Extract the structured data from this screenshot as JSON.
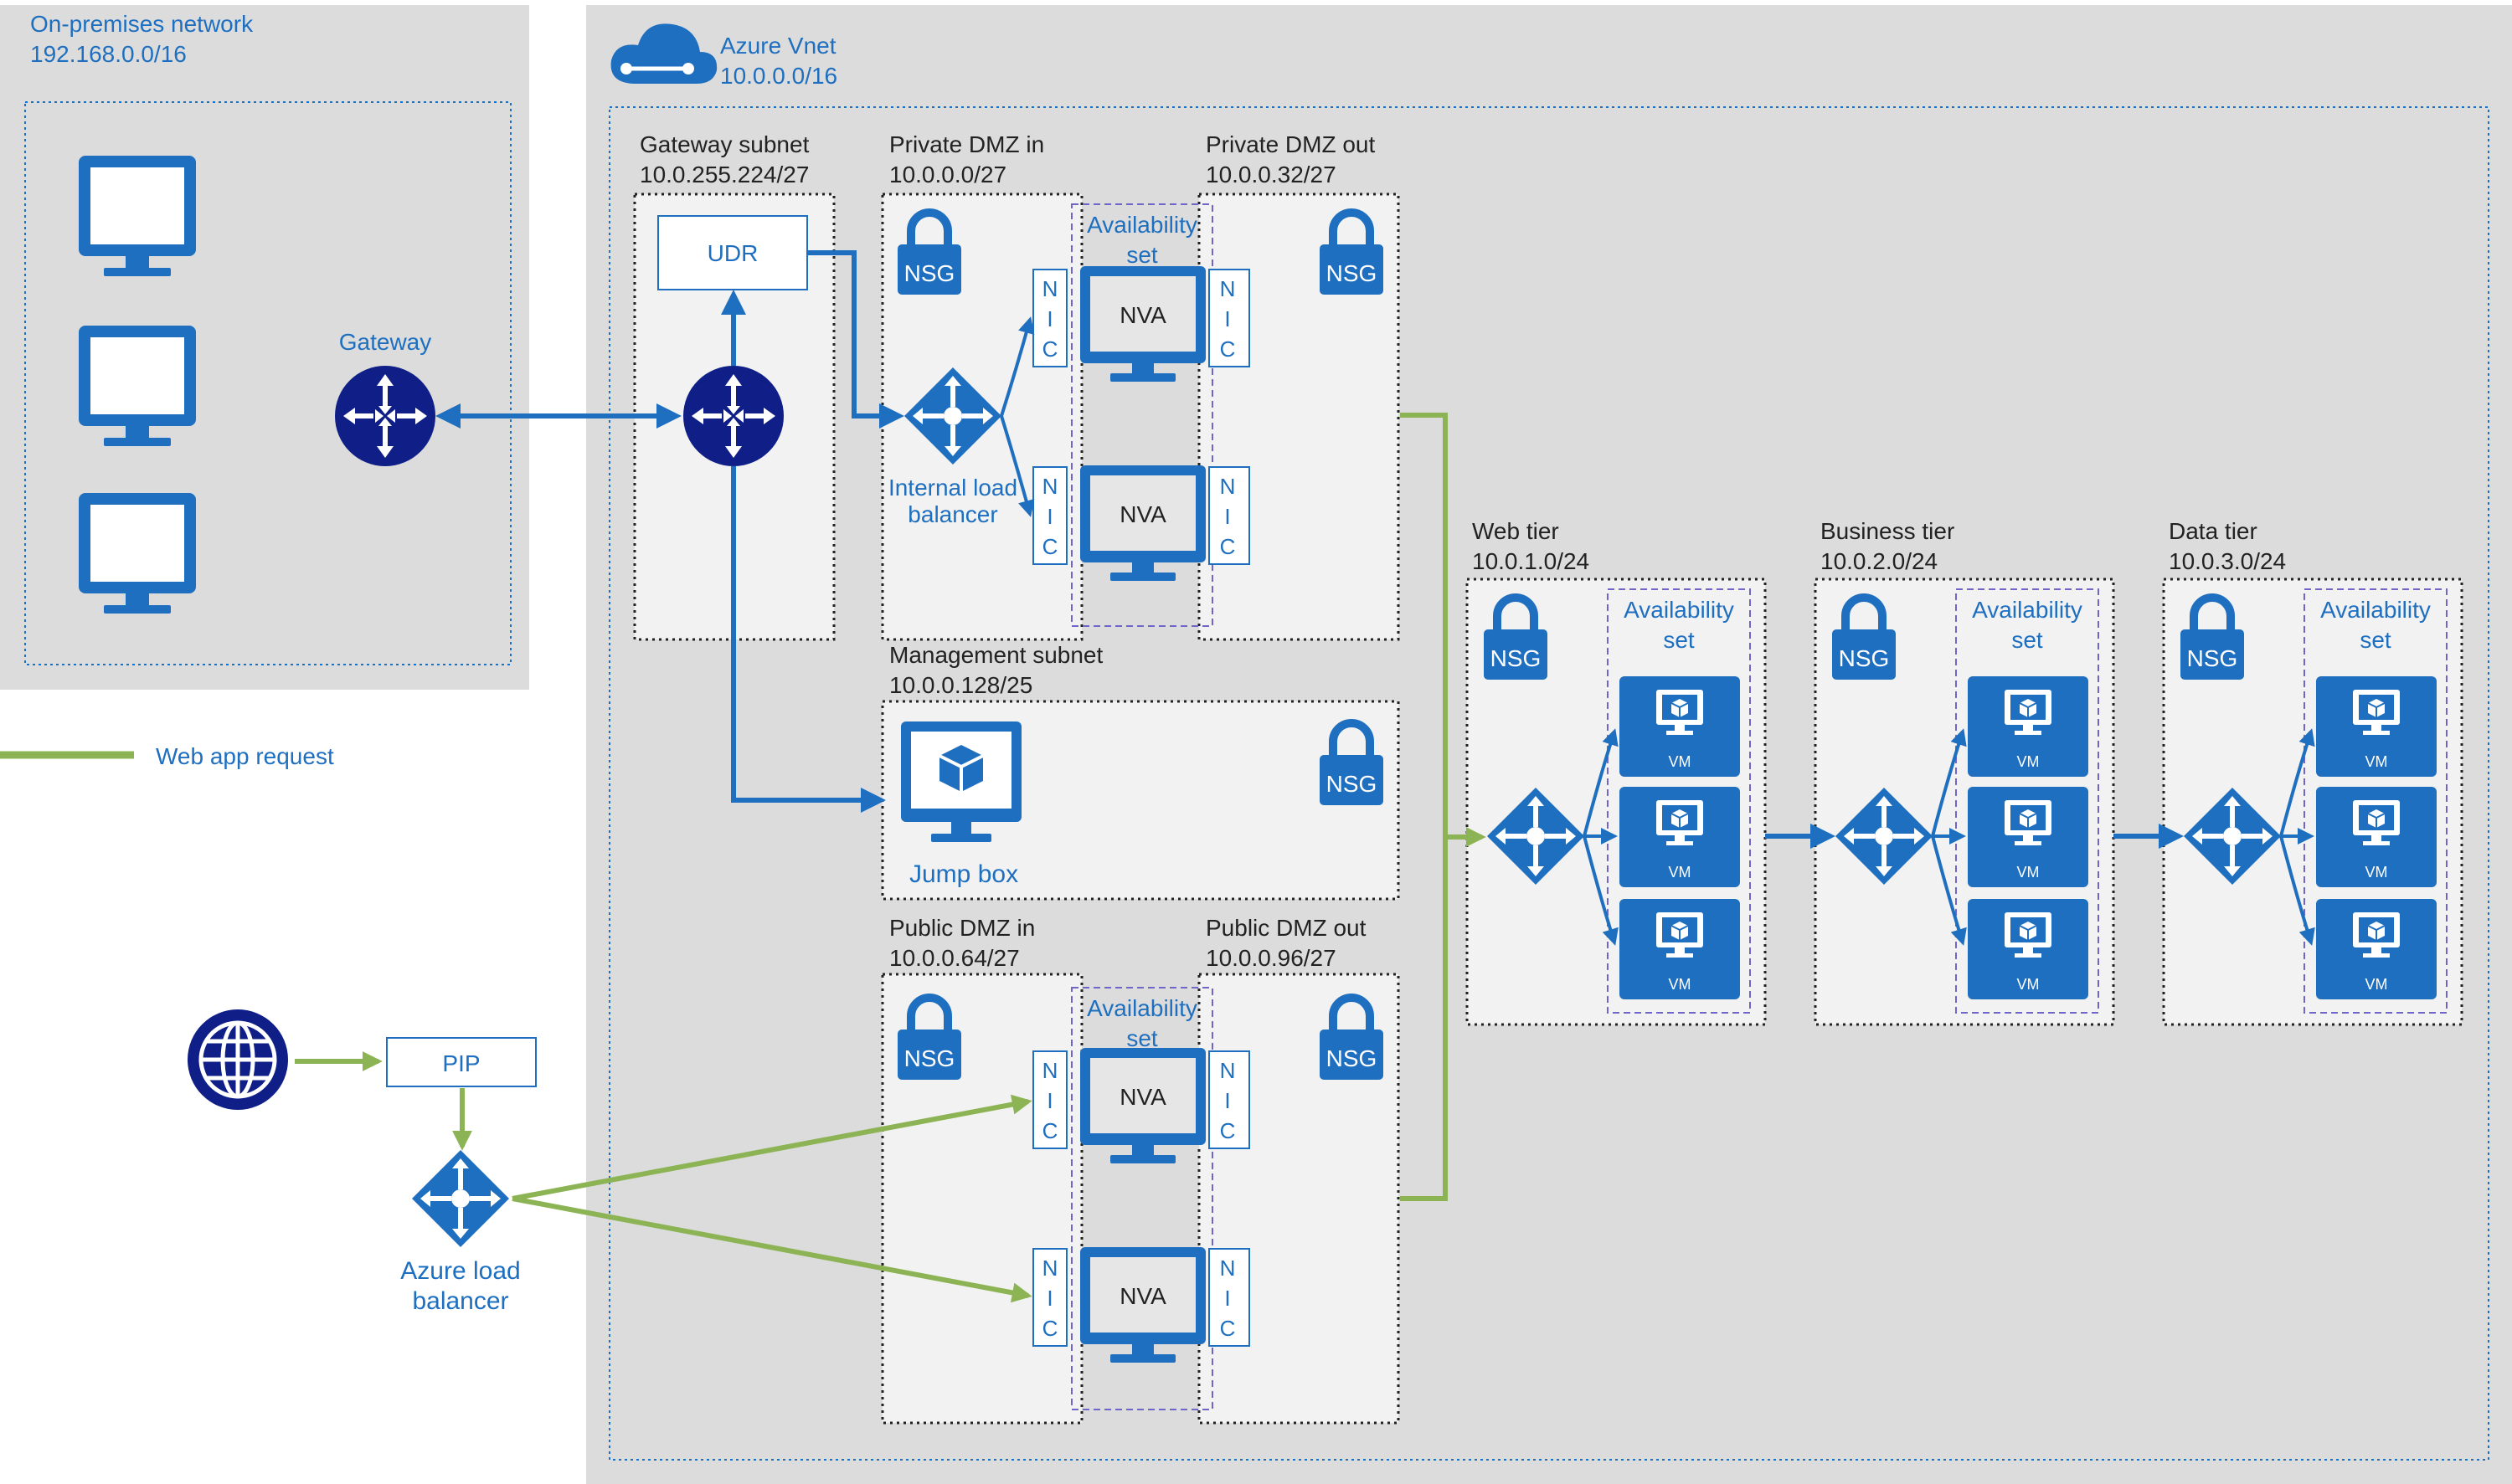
{
  "onprem": {
    "title": "On-premises network",
    "cidr": "192.168.0.0/16",
    "gateway_label": "Gateway",
    "computers": [
      "desktop-monitor-icon",
      "desktop-monitor-icon",
      "desktop-monitor-icon"
    ]
  },
  "legend": {
    "web_app_request": "Web app request",
    "line_color": "#8cb455"
  },
  "vnet": {
    "title": "Azure Vnet",
    "cidr": "10.0.0.0/16"
  },
  "gateway_subnet": {
    "title": "Gateway subnet",
    "cidr": "10.0.255.224/27",
    "udr": "UDR"
  },
  "private_dmz_in": {
    "title": "Private DMZ in",
    "cidr": "10.0.0.0/27",
    "ilb_line1": "Internal load",
    "ilb_line2": "balancer"
  },
  "private_dmz_out": {
    "title": "Private DMZ out",
    "cidr": "10.0.0.32/27"
  },
  "management_subnet": {
    "title": "Management subnet",
    "cidr": "10.0.0.128/25",
    "jumpbox": "Jump box"
  },
  "public_dmz_in": {
    "title": "Public DMZ in",
    "cidr": "10.0.0.64/27"
  },
  "public_dmz_out": {
    "title": "Public DMZ out",
    "cidr": "10.0.0.96/27"
  },
  "web_tier": {
    "title": "Web tier",
    "cidr": "10.0.1.0/24"
  },
  "business_tier": {
    "title": "Business tier",
    "cidr": "10.0.2.0/24"
  },
  "data_tier": {
    "title": "Data tier",
    "cidr": "10.0.3.0/24"
  },
  "common": {
    "nsg": "NSG",
    "nva": "NVA",
    "vm": "VM",
    "nic": [
      "N",
      "I",
      "C"
    ],
    "avail_line1": "Availability",
    "avail_line2": "set"
  },
  "internet": {
    "pip": "PIP",
    "alb_line1": "Azure load",
    "alb_line2": "balancer"
  },
  "colors": {
    "azure_blue": "#1e6fc0",
    "navy": "#0f1f87",
    "panel_gray": "#dcdcdc",
    "subnet_fill": "#f2f2f2",
    "web_request_green": "#8cb455",
    "availability_border": "#6f66c8"
  }
}
